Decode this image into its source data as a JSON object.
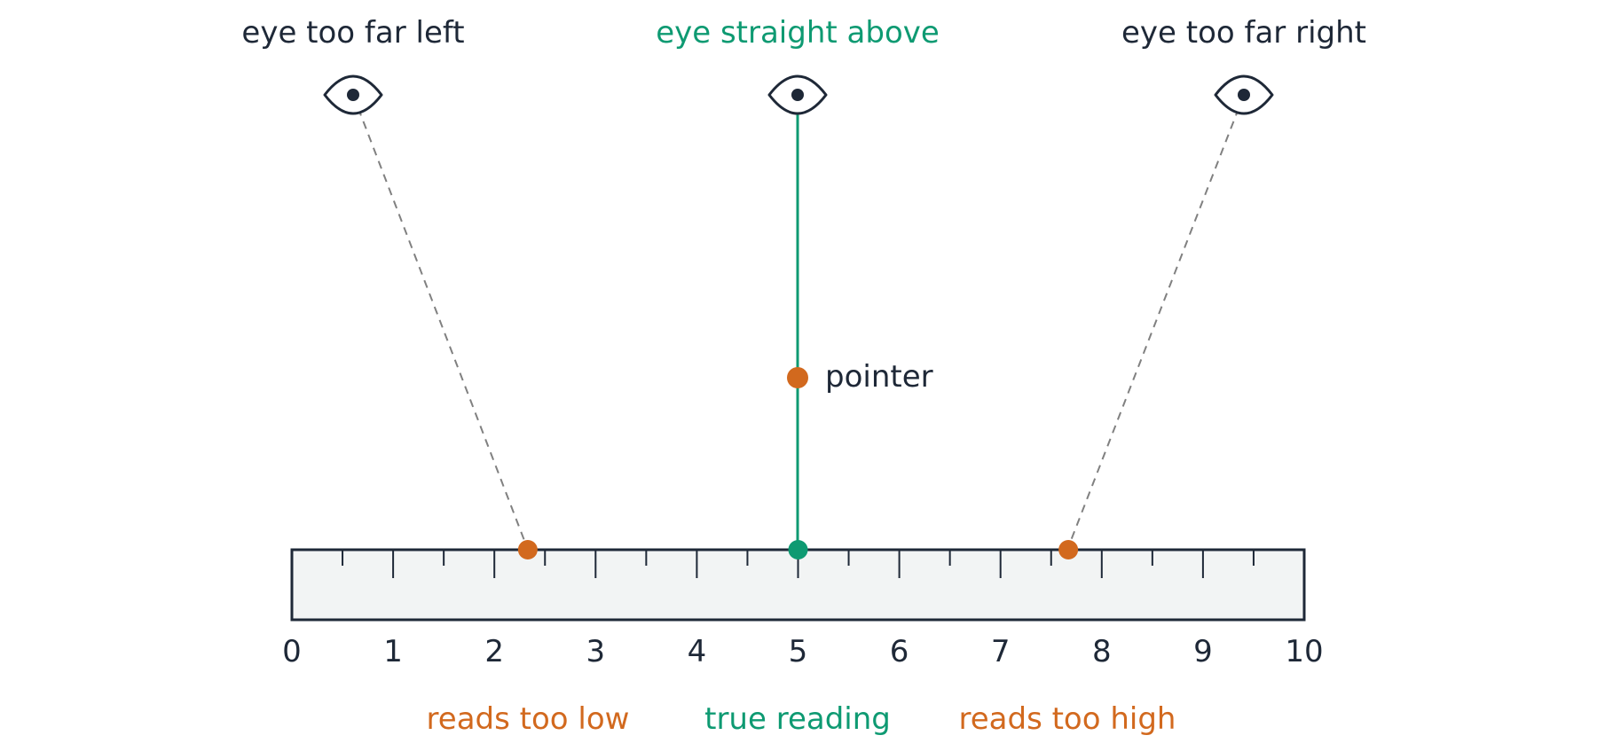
{
  "colors": {
    "ink": "#1e2837",
    "green": "#0e9a72",
    "orange": "#d2691e",
    "dash": "#808080",
    "ruler_fill": "#f2f4f4"
  },
  "eyes": [
    {
      "label": "eye too far left",
      "icon": "eye-icon",
      "style": "ink"
    },
    {
      "label": "eye straight above",
      "icon": "eye-icon",
      "style": "green"
    },
    {
      "label": "eye too far right",
      "icon": "eye-icon",
      "style": "ink"
    }
  ],
  "pointer": {
    "label": "pointer"
  },
  "scale": {
    "min": 0,
    "max": 10,
    "major_step": 1,
    "minor_step": 0.5,
    "tick_labels": [
      "0",
      "1",
      "2",
      "3",
      "4",
      "5",
      "6",
      "7",
      "8",
      "9",
      "10"
    ]
  },
  "readings": [
    {
      "label": "reads too low",
      "value": 2.33,
      "style": "orange"
    },
    {
      "label": "true reading",
      "value": 5,
      "style": "green"
    },
    {
      "label": "reads too high",
      "value": 7.67,
      "style": "orange"
    }
  ]
}
